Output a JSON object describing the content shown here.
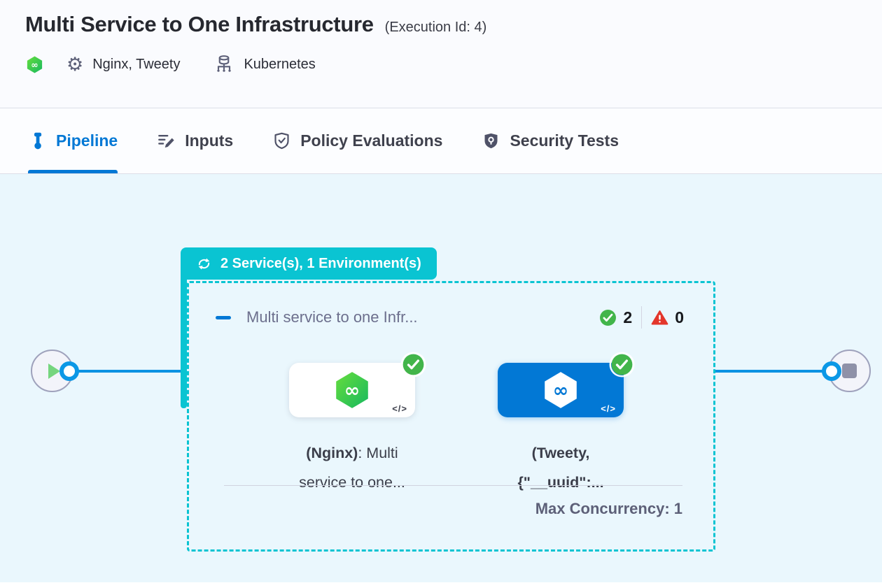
{
  "header": {
    "title": "Multi Service to One Infrastructure",
    "execution_id": "(Execution Id: 4)",
    "services": "Nginx, Tweety",
    "infrastructure": "Kubernetes"
  },
  "tabs": [
    {
      "label": "Pipeline",
      "active": true
    },
    {
      "label": "Inputs",
      "active": false
    },
    {
      "label": "Policy Evaluations",
      "active": false
    },
    {
      "label": "Security Tests",
      "active": false
    }
  ],
  "canvas": {
    "group_badge_label": "2 Service(s), 1 Environment(s)",
    "stage": {
      "name": "Multi service to one Infr...",
      "success_count": "2",
      "error_count": "0",
      "max_concurrency": "Max Concurrency: 1",
      "nodes": [
        {
          "name_bold": "(Nginx)",
          "name_rest": ": Multi",
          "line2": "service to one..."
        },
        {
          "name_bold": "(Tweety,",
          "name_rest": "",
          "line2": "{\"__uuid\":..."
        }
      ]
    }
  },
  "icons": {
    "infinity": "∞",
    "gear": "⚙",
    "code": "</>"
  },
  "colors": {
    "accent_teal": "#0AC4D2",
    "accent_blue": "#0278D5",
    "edge_blue": "#0C92E2",
    "success_green": "#42B54A",
    "error_red": "#E3362B",
    "canvas_bg": "#EAF7FD"
  }
}
